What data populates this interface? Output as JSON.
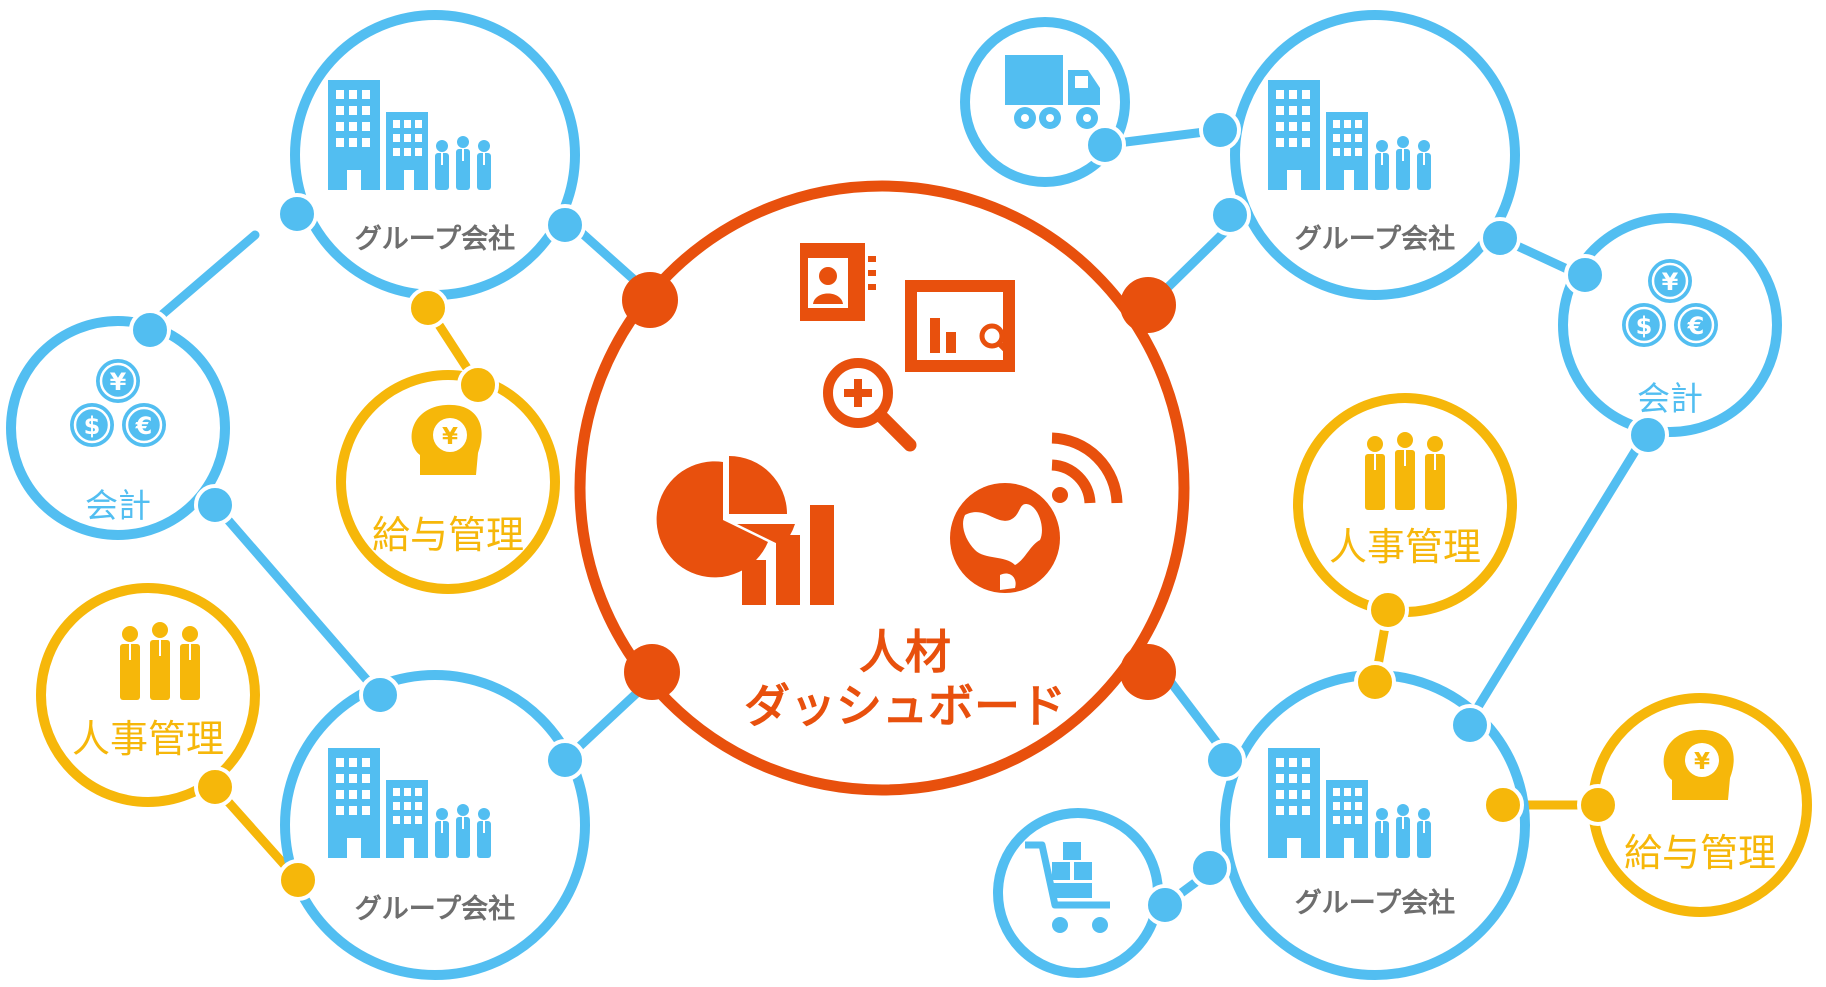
{
  "center": {
    "line1": "人材",
    "line2": "ダッシュボード"
  },
  "nodes": {
    "group_company": "グループ会社",
    "accounting": "会計",
    "payroll": "給与管理",
    "hr": "人事管理"
  },
  "icons": {
    "building": "building-people-icon",
    "currency": "currency-coins-icon",
    "payroll": "head-yen-icon",
    "hr": "people-icon",
    "truck": "truck-icon",
    "cart": "cart-icon"
  },
  "currency_symbols": {
    "yen": "¥",
    "dollar": "$",
    "euro": "€"
  },
  "colors": {
    "blue": "#52bef1",
    "yellow": "#f6b70a",
    "orange": "#e8500d",
    "gray": "#6e6e6e"
  }
}
